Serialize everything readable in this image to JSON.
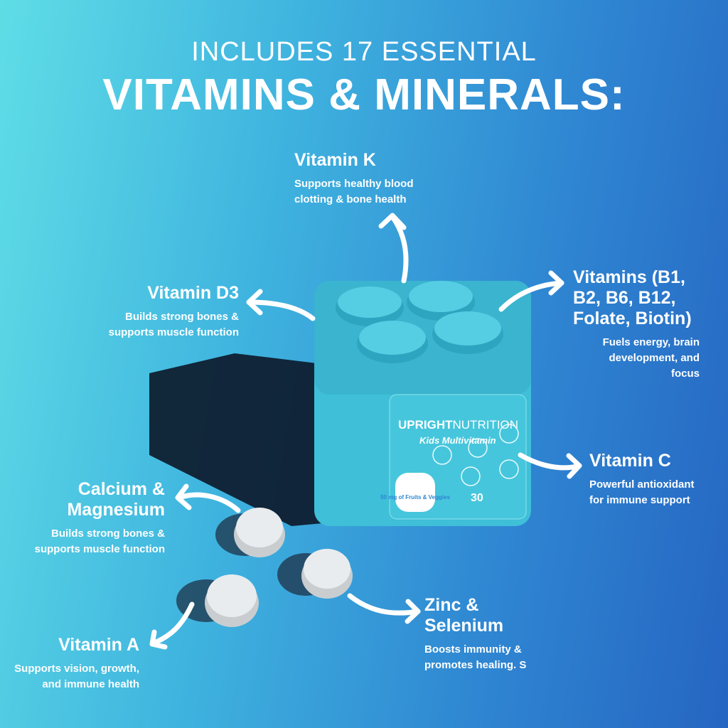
{
  "header": {
    "line1": "INCLUDES 17 ESSENTIAL",
    "line2": "VITAMINS & MINERALS:"
  },
  "product": {
    "brand_bold": "UPRIGHT",
    "brand_light": "NUTRITION",
    "subtitle": "Kids Multivitamin",
    "badge": "50 mg of Fruits & Veggies",
    "count": "30"
  },
  "callouts": {
    "vitamin_k": {
      "title": "Vitamin K",
      "desc": [
        "Supports healthy blood",
        "clotting & bone health"
      ]
    },
    "vitamin_d3": {
      "title": "Vitamin D3",
      "desc": [
        "Builds strong bones &",
        "supports muscle function"
      ]
    },
    "vitamins_b": {
      "title": [
        "Vitamins (B1,",
        "B2, B6, B12,",
        "Folate, Biotin)"
      ],
      "desc": [
        "Fuels energy, brain",
        "development, and",
        "focus"
      ]
    },
    "vitamin_c": {
      "title": "Vitamin C",
      "desc": [
        "Powerful antioxidant",
        "for immune support"
      ]
    },
    "calcium": {
      "title": [
        "Calcium &",
        "Magnesium"
      ],
      "desc": [
        "Builds strong bones &",
        "supports muscle function"
      ]
    },
    "zinc": {
      "title": [
        "Zinc &",
        "Selenium"
      ],
      "desc": [
        "Boosts immunity &",
        "promotes healing. S"
      ]
    },
    "vitamin_a": {
      "title": "Vitamin A",
      "desc": [
        "Supports vision, growth,",
        "and immune health"
      ]
    }
  },
  "colors": {
    "box": "#3fbfd8",
    "box_dark": "#2ea5c0",
    "tablet": "#e9ecee",
    "shadow": "#0d1a2b"
  }
}
